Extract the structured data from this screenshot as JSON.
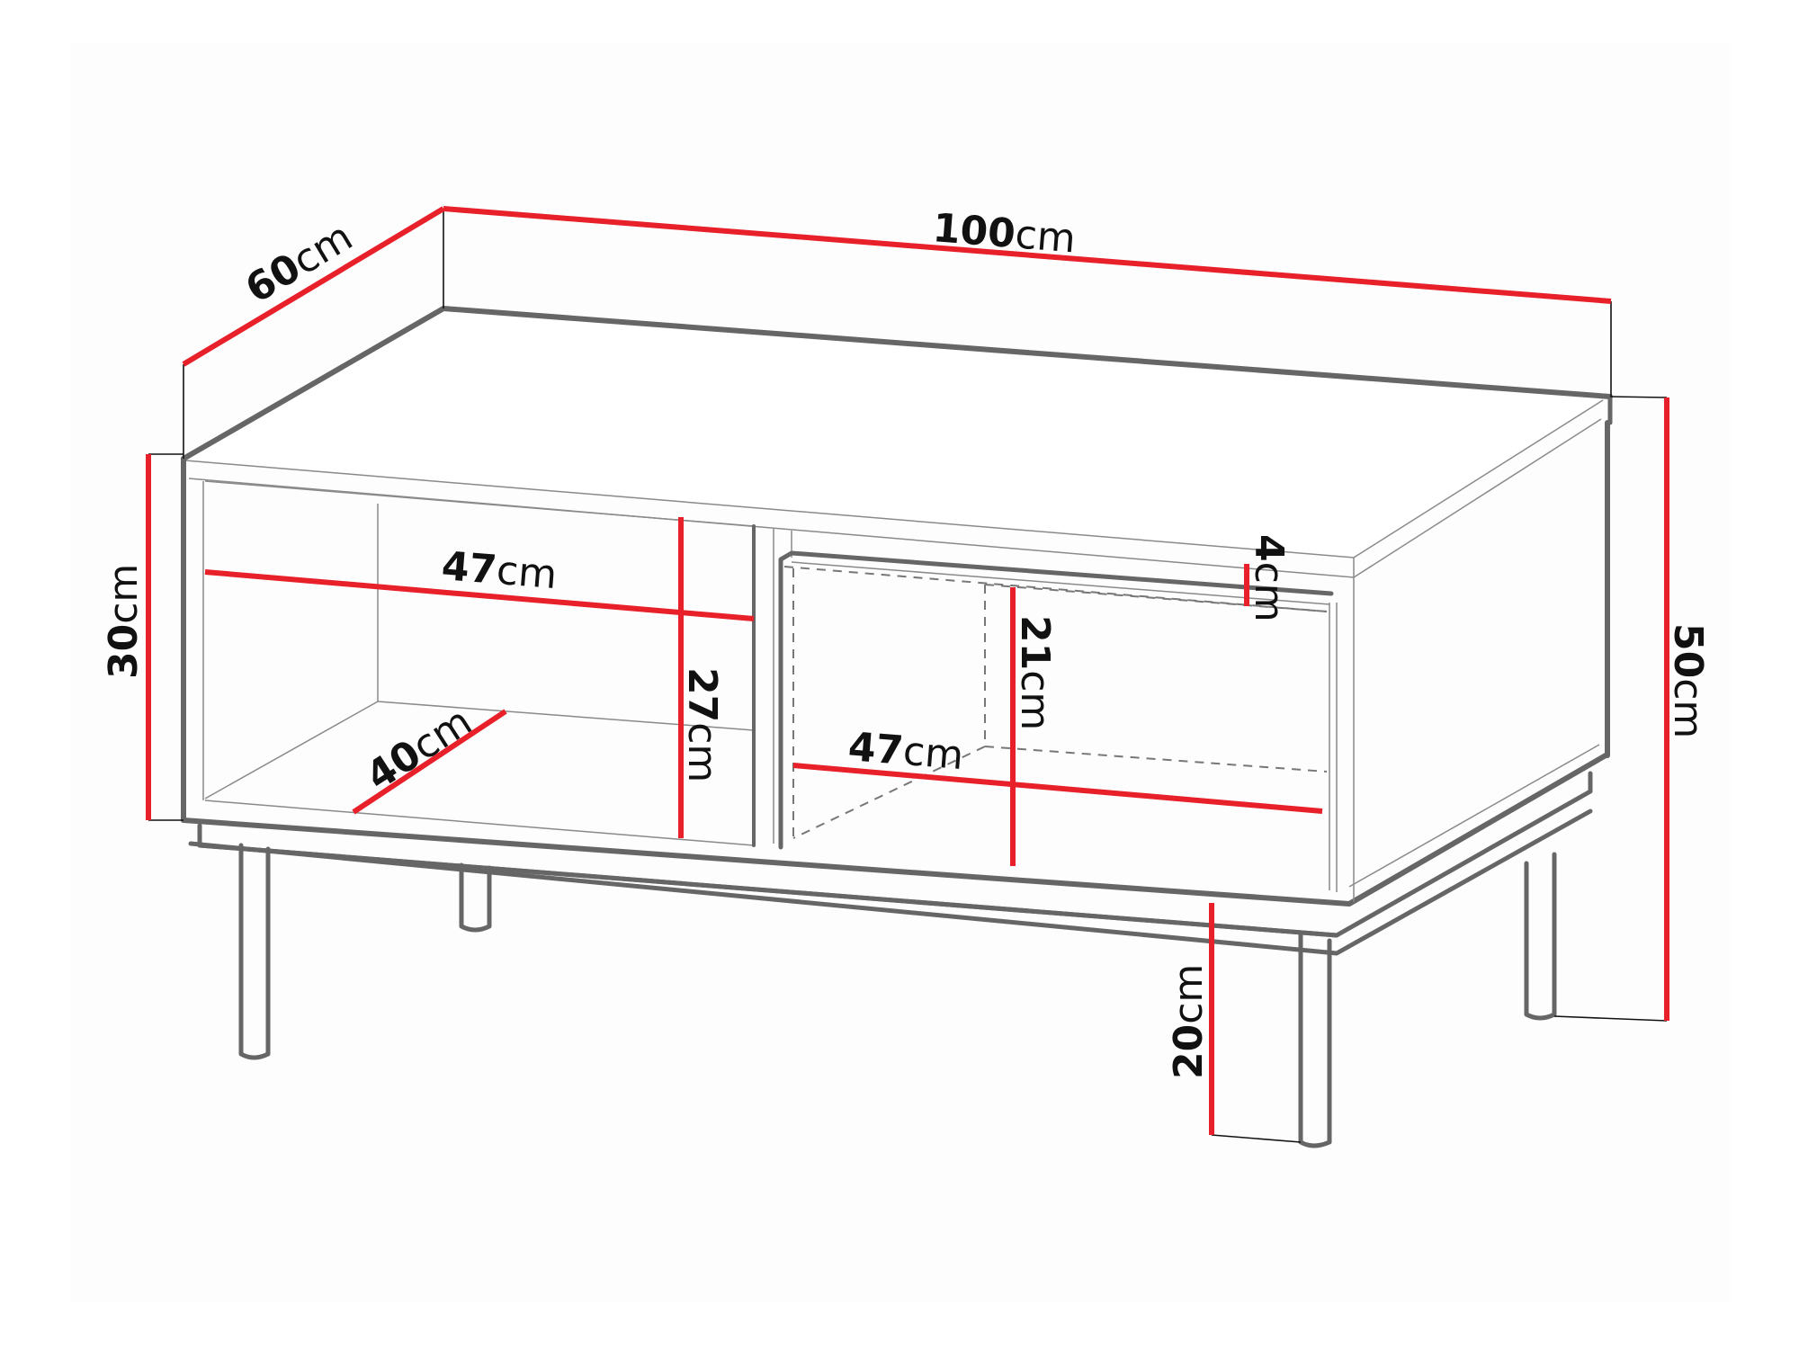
{
  "diagram": {
    "subject": "Coffee table with open shelf and drawer, dimension drawing",
    "colors": {
      "dimension_line": "#e8202a",
      "outline": "#666666",
      "text": "#111111",
      "background": "#ffffff"
    },
    "unit": "cm",
    "dimensions": {
      "width": {
        "value": "100",
        "unit": "cm"
      },
      "depth": {
        "value": "60",
        "unit": "cm"
      },
      "body_height": {
        "value": "30",
        "unit": "cm"
      },
      "total_height": {
        "value": "50",
        "unit": "cm"
      },
      "leg_height": {
        "value": "20",
        "unit": "cm"
      },
      "shelf_width": {
        "value": "47",
        "unit": "cm"
      },
      "shelf_depth": {
        "value": "40",
        "unit": "cm"
      },
      "shelf_height": {
        "value": "27",
        "unit": "cm"
      },
      "drawer_width": {
        "value": "47",
        "unit": "cm"
      },
      "drawer_height": {
        "value": "21",
        "unit": "cm"
      },
      "drawer_gap": {
        "value": "4",
        "unit": "cm"
      }
    }
  }
}
